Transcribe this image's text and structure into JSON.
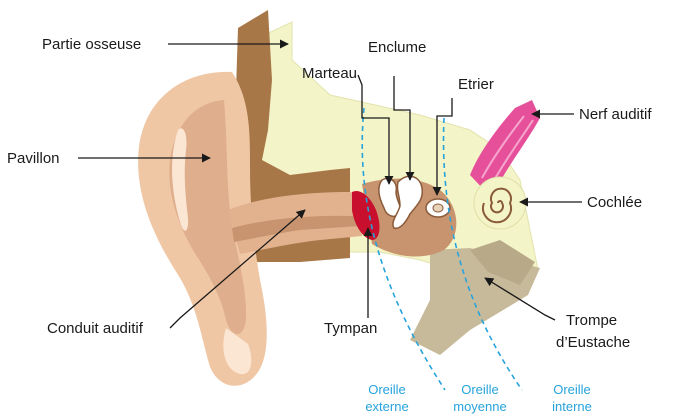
{
  "labels": {
    "partie_osseuse": "Partie osseuse",
    "enclume": "Enclume",
    "marteau": "Marteau",
    "etrier": "Etrier",
    "nerf_auditif": "Nerf auditif",
    "pavillon": "Pavillon",
    "cochlee": "Cochlée",
    "conduit_auditif": "Conduit auditif",
    "tympan": "Tympan",
    "trompe_line1": "Trompe",
    "trompe_line2": "d’Eustache"
  },
  "zones": {
    "externe_line1": "Oreille",
    "externe_line2": "externe",
    "moyenne_line1": "Oreille",
    "moyenne_line2": "moyenne",
    "interne_line1": "Oreille",
    "interne_line2": "interne"
  },
  "colors": {
    "zone_text": "#27a3dc",
    "divider": "#27a3dc",
    "skin": "#f0c7a5",
    "skin_mid": "#dfae8c",
    "skin_dark": "#9c6a4a",
    "bone": "#f3f4c7",
    "bone_dark": "#a87748",
    "tympan": "#c8102e",
    "nerve": "#e6509a",
    "eustache": "#c7ba9a",
    "arrow": "#1a1a1a"
  }
}
